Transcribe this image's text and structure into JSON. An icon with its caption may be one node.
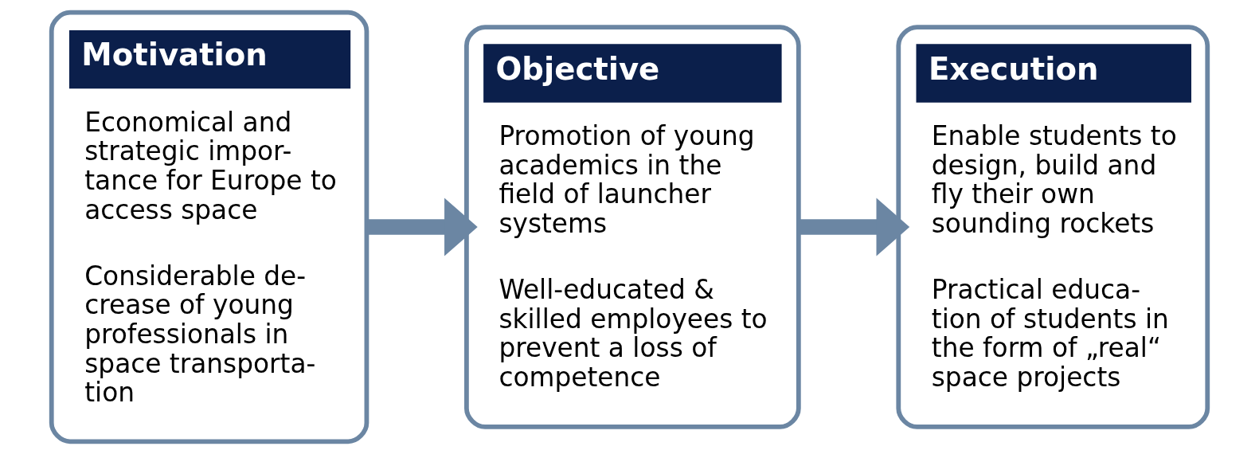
{
  "diagram": {
    "nodes": [
      {
        "text": [
          "Motivation",
          "Economical and strategic impor- tance for Europe to access space",
          "Considerable de- crease of young professionals in space transporta- tion"
        ]
      },
      {
        "text": [
          "Objective",
          "Promotion of young academics in the field of launcher systems",
          "Well-educated & skilled employees to prevent a loss of competence"
        ]
      },
      {
        "text": [
          "Execution",
          "Enable students to design, build and fly their own sounding rockets",
          "Practical educa- tion of students in the form of „real“ space projects"
        ]
      }
    ],
    "edges": [
      {
        "from": 0,
        "to": 1,
        "arrow": "to"
      },
      {
        "from": 1,
        "to": 2,
        "arrow": "to"
      }
    ]
  }
}
